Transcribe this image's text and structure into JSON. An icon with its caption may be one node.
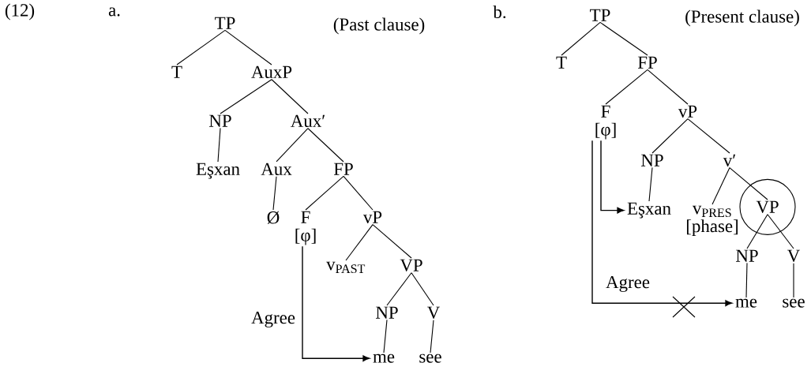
{
  "diagram": {
    "nodes": [
      {
        "text": [
          "TP"
        ]
      },
      {
        "text": [
          "T"
        ]
      },
      {
        "text": [
          "AuxP"
        ]
      },
      {
        "text": [
          "NP"
        ]
      },
      {
        "text": [
          "Aux′"
        ]
      },
      {
        "text": [
          "Eşxan"
        ]
      },
      {
        "text": [
          "Aux"
        ]
      },
      {
        "text": [
          "FP"
        ]
      },
      {
        "text": [
          "Ø"
        ]
      },
      {
        "text": [
          "F",
          "[φ]"
        ]
      },
      {
        "text": [
          "vP"
        ]
      },
      {
        "text": [
          "v$_{PAST}$"
        ]
      },
      {
        "text": [
          "VP"
        ]
      },
      {
        "text": [
          "NP"
        ]
      },
      {
        "text": [
          "V"
        ]
      },
      {
        "text": [
          "me"
        ]
      },
      {
        "text": [
          "see"
        ]
      },
      {
        "text": [
          "TP"
        ]
      },
      {
        "text": [
          "T"
        ]
      },
      {
        "text": [
          "FP"
        ]
      },
      {
        "text": [
          "F",
          "[φ]"
        ]
      },
      {
        "text": [
          "vP"
        ]
      },
      {
        "text": [
          "NP"
        ]
      },
      {
        "text": [
          "v′"
        ]
      },
      {
        "text": [
          "Eşxan"
        ]
      },
      {
        "text": [
          "v$_{PRES}$",
          "[phase]"
        ]
      },
      {
        "text": [
          "VP"
        ]
      },
      {
        "text": [
          "NP"
        ]
      },
      {
        "text": [
          "V"
        ]
      },
      {
        "text": [
          "me"
        ]
      },
      {
        "text": [
          "see"
        ]
      }
    ],
    "edges": [
      {
        "from": 0,
        "to": 1,
        "arrow": "none"
      },
      {
        "from": 0,
        "to": 2,
        "arrow": "none"
      },
      {
        "from": 2,
        "to": 3,
        "arrow": "none"
      },
      {
        "from": 2,
        "to": 4,
        "arrow": "none"
      },
      {
        "from": 3,
        "to": 5,
        "arrow": "none"
      },
      {
        "from": 4,
        "to": 6,
        "arrow": "none"
      },
      {
        "from": 4,
        "to": 7,
        "arrow": "none"
      },
      {
        "from": 6,
        "to": 8,
        "arrow": "none"
      },
      {
        "from": 7,
        "to": 9,
        "arrow": "none"
      },
      {
        "from": 7,
        "to": 10,
        "arrow": "none"
      },
      {
        "from": 10,
        "to": 11,
        "arrow": "none"
      },
      {
        "from": 10,
        "to": 12,
        "arrow": "none"
      },
      {
        "from": 12,
        "to": 13,
        "arrow": "none"
      },
      {
        "from": 12,
        "to": 14,
        "arrow": "none"
      },
      {
        "from": 13,
        "to": 15,
        "arrow": "none"
      },
      {
        "from": 14,
        "to": 16,
        "arrow": "none"
      },
      {
        "from": 9,
        "to": 15,
        "arrow": "to",
        "label": "Agree"
      },
      {
        "from": 17,
        "to": 18,
        "arrow": "none"
      },
      {
        "from": 17,
        "to": 19,
        "arrow": "none"
      },
      {
        "from": 19,
        "to": 20,
        "arrow": "none"
      },
      {
        "from": 19,
        "to": 21,
        "arrow": "none"
      },
      {
        "from": 21,
        "to": 22,
        "arrow": "none"
      },
      {
        "from": 21,
        "to": 23,
        "arrow": "none"
      },
      {
        "from": 22,
        "to": 24,
        "arrow": "none"
      },
      {
        "from": 23,
        "to": 25,
        "arrow": "none"
      },
      {
        "from": 23,
        "to": 26,
        "arrow": "none"
      },
      {
        "from": 26,
        "to": 27,
        "arrow": "none"
      },
      {
        "from": 26,
        "to": 28,
        "arrow": "none"
      },
      {
        "from": 27,
        "to": 29,
        "arrow": "none"
      },
      {
        "from": 28,
        "to": 30,
        "arrow": "none"
      },
      {
        "from": 20,
        "to": 24,
        "arrow": "to"
      },
      {
        "from": 20,
        "to": 29,
        "arrow": "to",
        "label": "Agree"
      }
    ],
    "labels": [
      "(12)",
      "a.",
      "(Past clause)",
      "b.",
      "(Present clause)"
    ]
  }
}
